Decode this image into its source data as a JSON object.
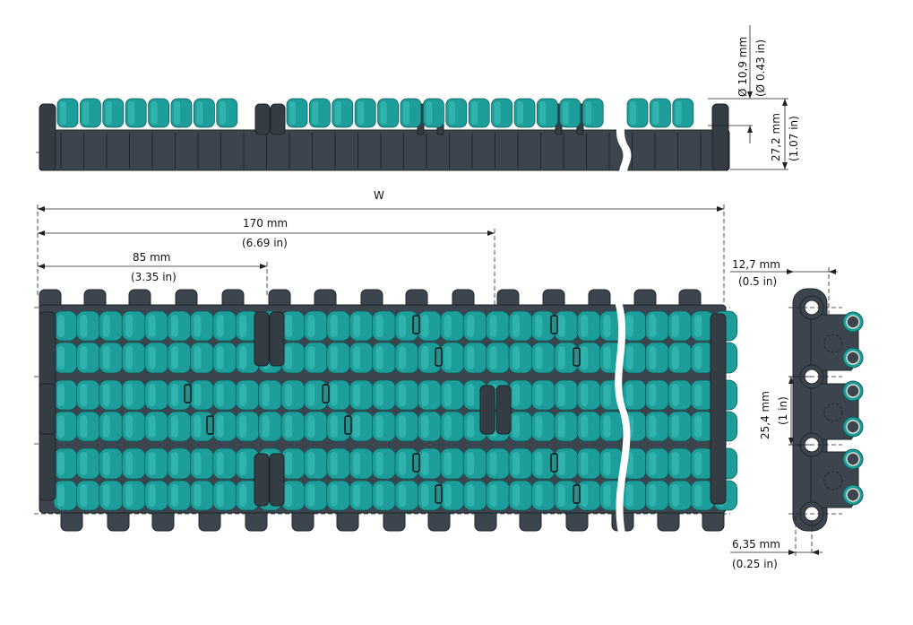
{
  "diagram": {
    "colors": {
      "roller": "#1e9e9a",
      "link": "#3c454e",
      "dimension_line": "#222222"
    },
    "top_view": {
      "roller_diameter_mm": "Ø 10,9 mm",
      "roller_diameter_in": "(Ø 0.43 in)",
      "height_mm": "27,2 mm",
      "height_in": "(1.07 in)"
    },
    "plan_view": {
      "width_label": "W",
      "dim_170_mm": "170 mm",
      "dim_170_in": "(6.69 in)",
      "dim_85_mm": "85 mm",
      "dim_85_in": "(3.35 in)"
    },
    "side_view": {
      "pitch_mm": "25,4 mm",
      "pitch_in": "(1 in)",
      "dim_127_mm": "12,7 mm",
      "dim_127_in": "(0.5 in)",
      "dim_635_mm": "6,35 mm",
      "dim_635_in": "(0.25 in)"
    }
  }
}
